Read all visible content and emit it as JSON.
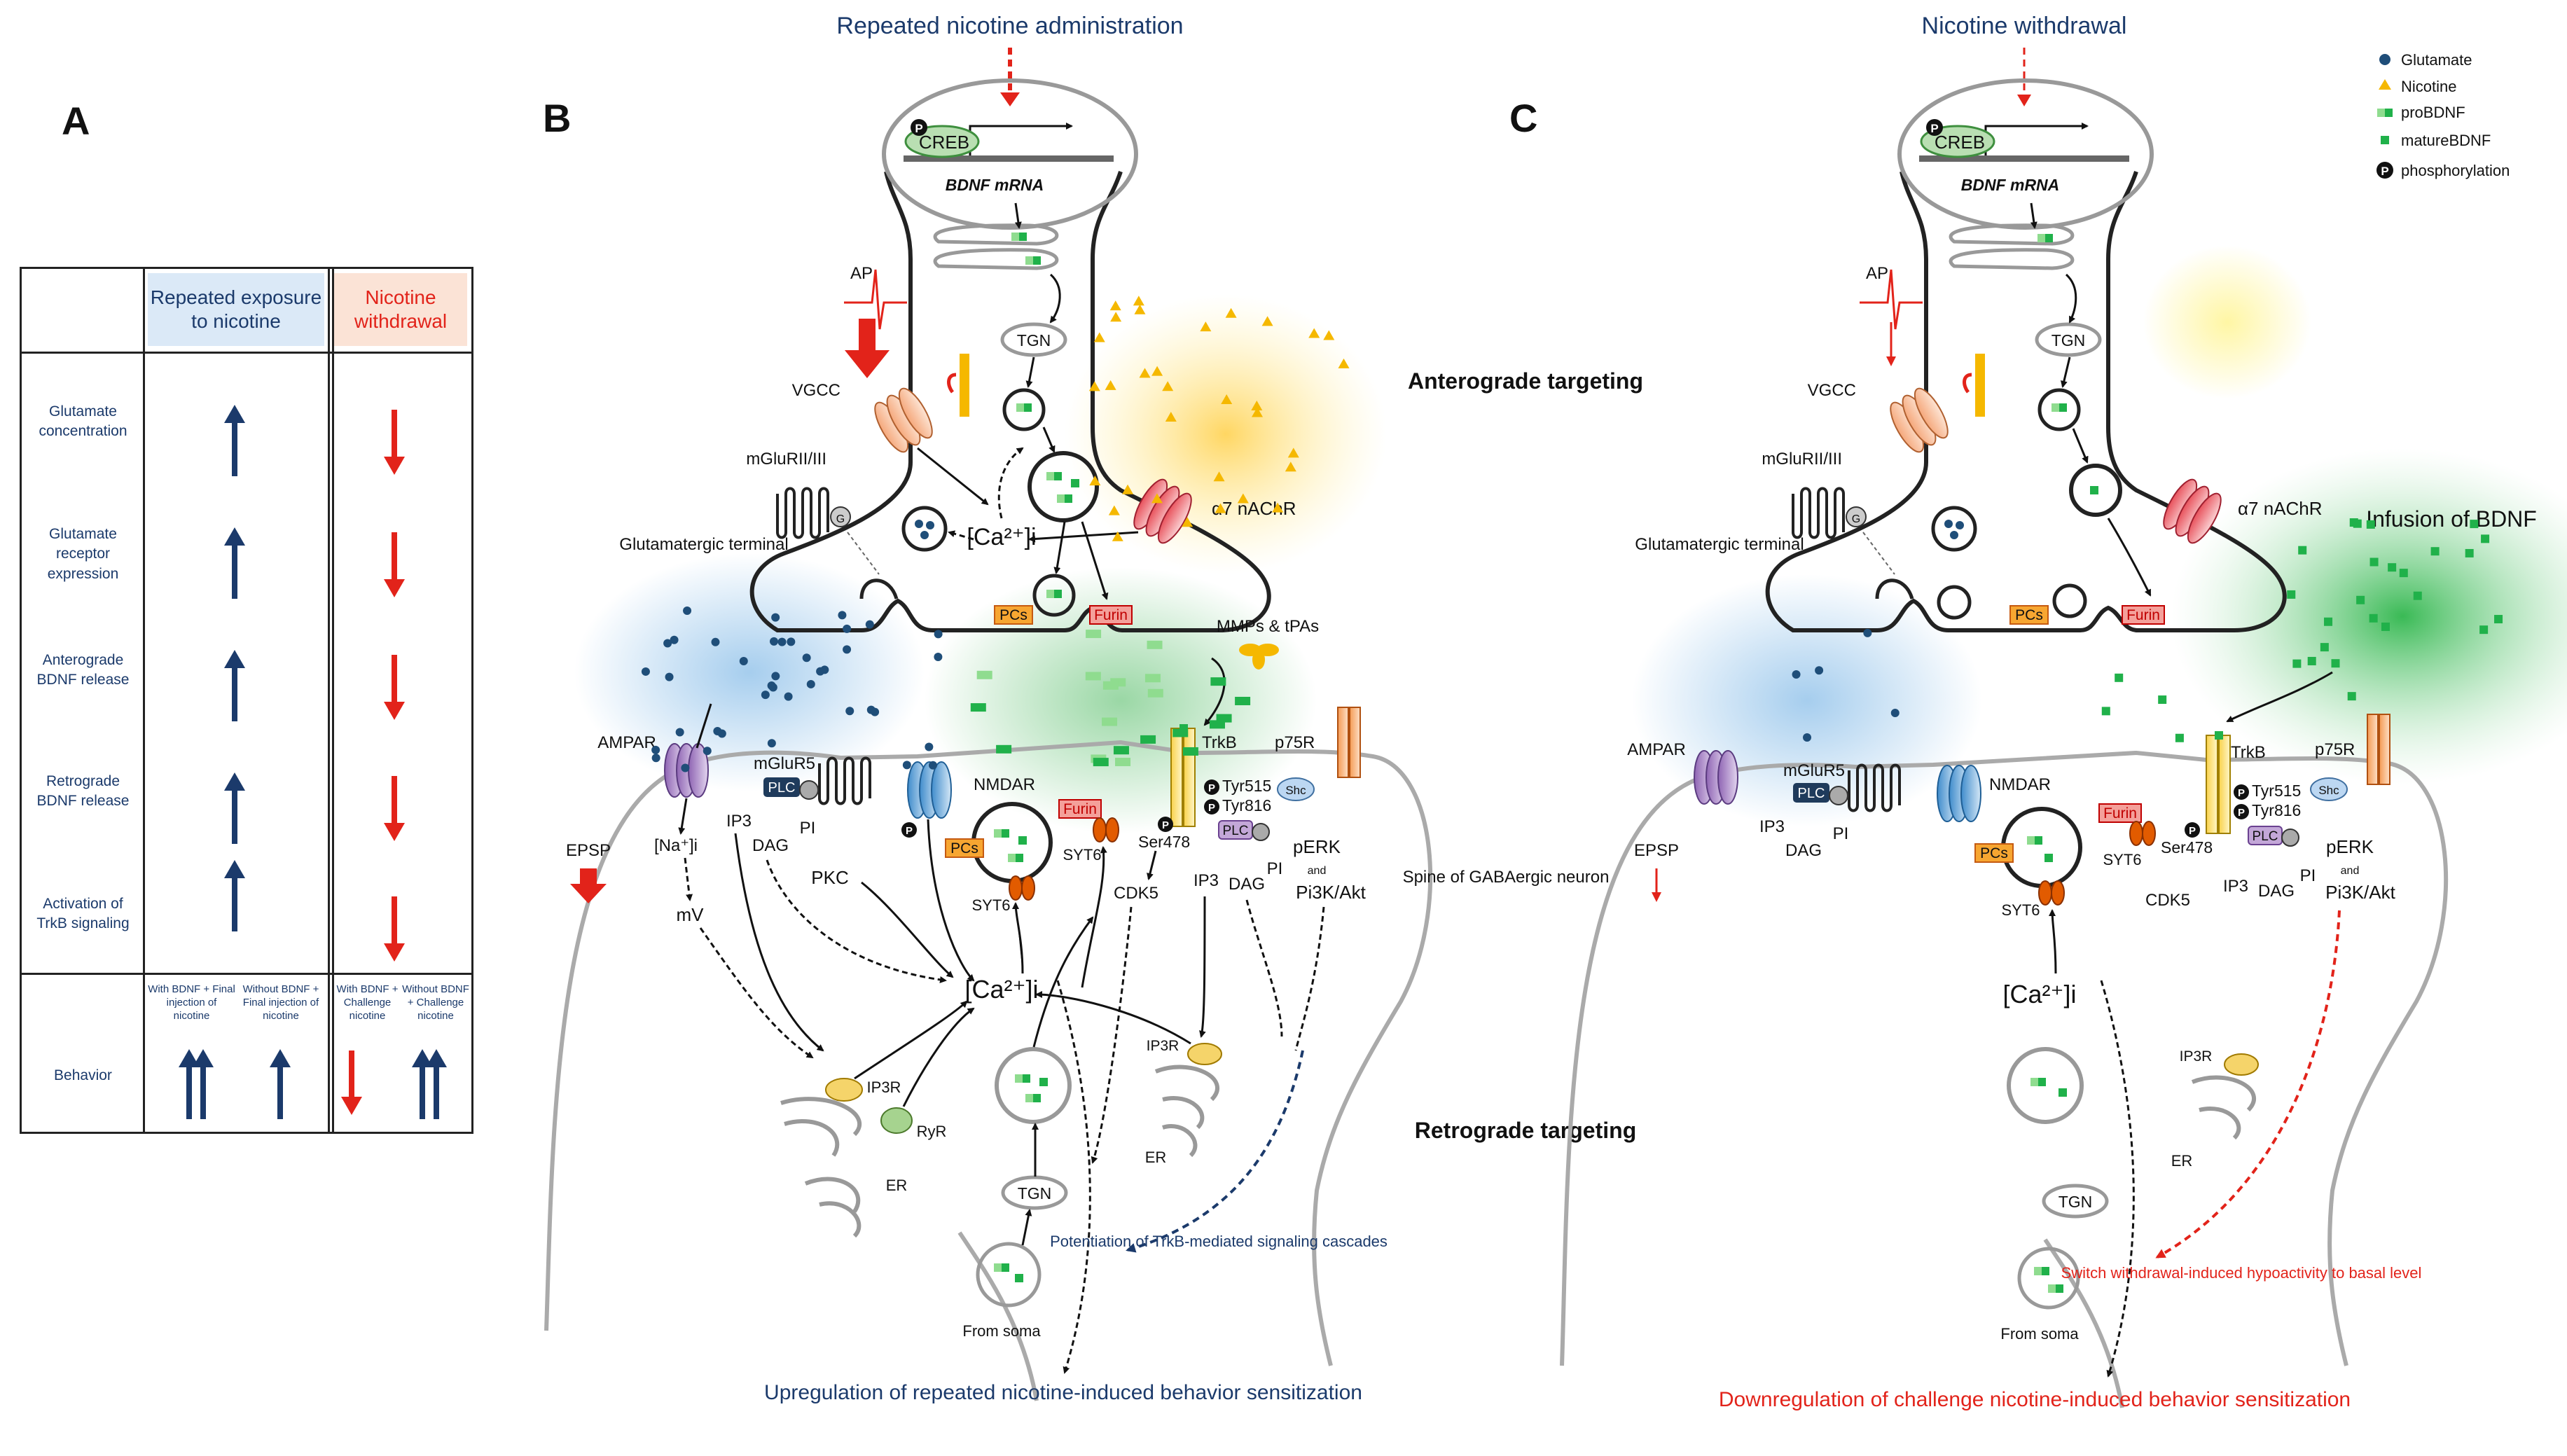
{
  "panels": {
    "a": "A",
    "b": "B",
    "c": "C"
  },
  "table": {
    "col1_header": "Repeated exposure to nicotine",
    "col2_header": "Nicotine withdrawal",
    "rows": [
      {
        "label": "Glutamate concentration",
        "col1": "up",
        "col2": "down"
      },
      {
        "label": "Glutamate receptor expression",
        "col1": "up",
        "col2": "down"
      },
      {
        "label": "Anterograde BDNF release",
        "col1": "up",
        "col2": "down"
      },
      {
        "label": "Retrograde BDNF release",
        "col1": "up",
        "col2": "down"
      },
      {
        "label": "Activation of TrkB signaling",
        "col1": "up",
        "col2": "down"
      }
    ],
    "sub_headers": [
      "With BDNF + Final injection of nicotine",
      "Without BDNF + Final injection of nicotine",
      "With BDNF + Challenge nicotine",
      "Without BDNF + Challenge nicotine"
    ],
    "behavior_label": "Behavior"
  },
  "legend": {
    "glutamate": "Glutamate",
    "nicotine": "Nicotine",
    "probdnf": "proBDNF",
    "maturebdnf": "matureBDNF",
    "phosphorylation": "phosphorylation"
  },
  "panel_b": {
    "title": "Repeated nicotine administration",
    "creb": "CREB",
    "mrna": "BDNF mRNA",
    "ap": "AP",
    "tgn": "TGN",
    "vgcc": "VGCC",
    "mglur23": "mGluRII/III",
    "terminal": "Glutamatergic terminal",
    "ca_pre": "[Ca²⁺]i",
    "nachr": "α7 nAChR",
    "pcs": "PCs",
    "furin": "Furin",
    "mmps": "MMPs & tPAs",
    "ampar": "AMPAR",
    "mglur5": "mGluR5",
    "nmdar": "NMDAR",
    "trkb": "TrkB",
    "p75r": "p75R",
    "epsp": "EPSP",
    "nai": "[Na⁺]i",
    "mv": "mV",
    "ip3": "IP3",
    "dag": "DAG",
    "pi": "PI",
    "plc": "PLC",
    "pkc": "PKC",
    "ca_post": "[Ca²⁺]i",
    "syt6": "SYT6",
    "ser478": "Ser478",
    "tyr515": "Tyr515",
    "tyr816": "Tyr816",
    "shc": "Shc",
    "perk": "pERK",
    "and": "and",
    "pi3k": "Pi3K/Akt",
    "cdk5": "CDK5",
    "ip3r": "IP3R",
    "ryr": "RyR",
    "er": "ER",
    "from_soma": "From soma",
    "potentiation": "Potentiation of TrkB-mediated signaling cascades",
    "bottom_caption": "Upregulation of repeated nicotine-induced behavior sensitization"
  },
  "middle": {
    "anterograde": "Anterograde targeting",
    "retrograde": "Retrograde targeting",
    "spine": "Spine of GABAergic neuron"
  },
  "panel_c": {
    "title": "Nicotine withdrawal",
    "infusion": "Infusion of BDNF",
    "switch_text": "Switch withdrawal-induced hypoactivity to basal level",
    "bottom_caption": "Downregulation of challenge nicotine-induced behavior sensitization"
  },
  "colors": {
    "navy": "#1b3a6b",
    "red": "#e2231a",
    "blue_header_bg": "#dbe9f7",
    "red_header_bg": "#fbe3d6",
    "glutamate": "#1f4e79",
    "nicotine": "#f5b800",
    "bdnf": "#2ebf5a"
  }
}
